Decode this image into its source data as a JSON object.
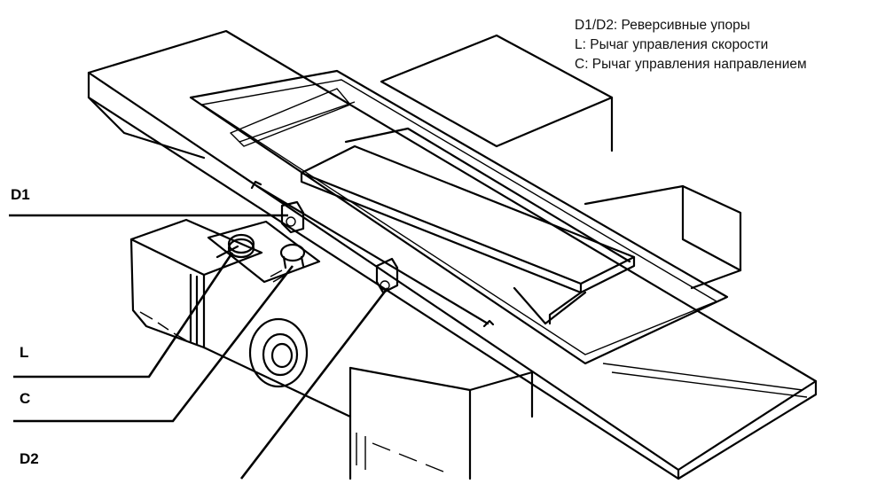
{
  "legend": {
    "line1": "D1/D2: Реверсивные упоры",
    "line2": "L: Рычаг управления скорости",
    "line3": "C: Рычаг управления направлением"
  },
  "callouts": {
    "d1": "D1",
    "l": "L",
    "c": "C",
    "d2": "D2"
  }
}
